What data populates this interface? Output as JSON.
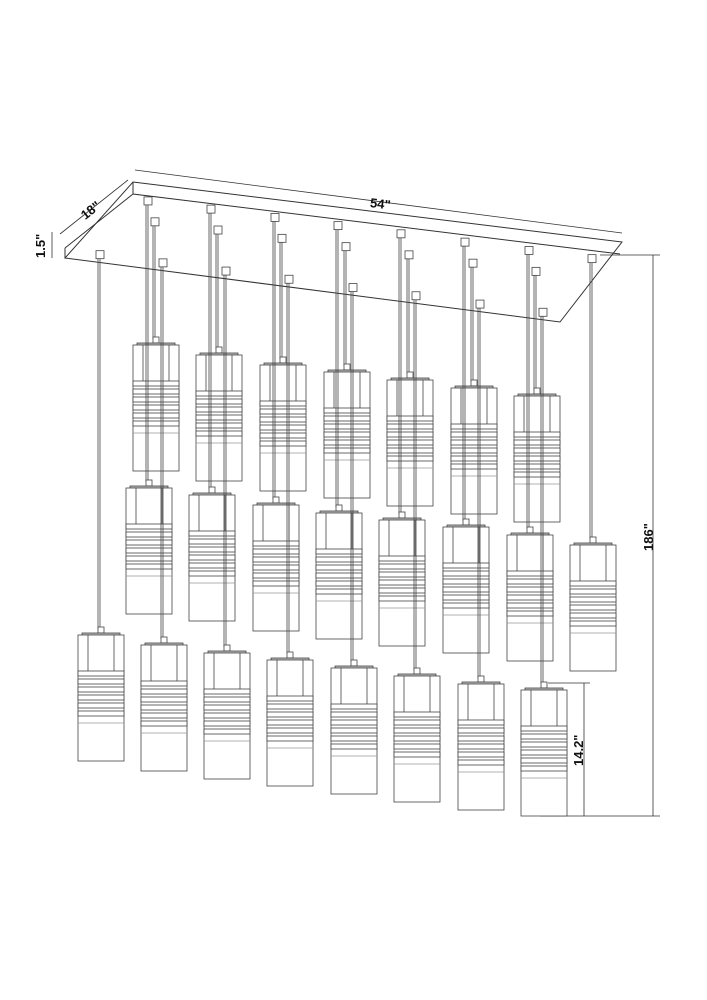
{
  "dimensions": {
    "length": "54\"",
    "width": "18\"",
    "canopy_height": "1.5\"",
    "overall_height": "186\"",
    "pendant_height": "14.2\""
  },
  "colors": {
    "line": "#333333",
    "background": "#ffffff"
  }
}
